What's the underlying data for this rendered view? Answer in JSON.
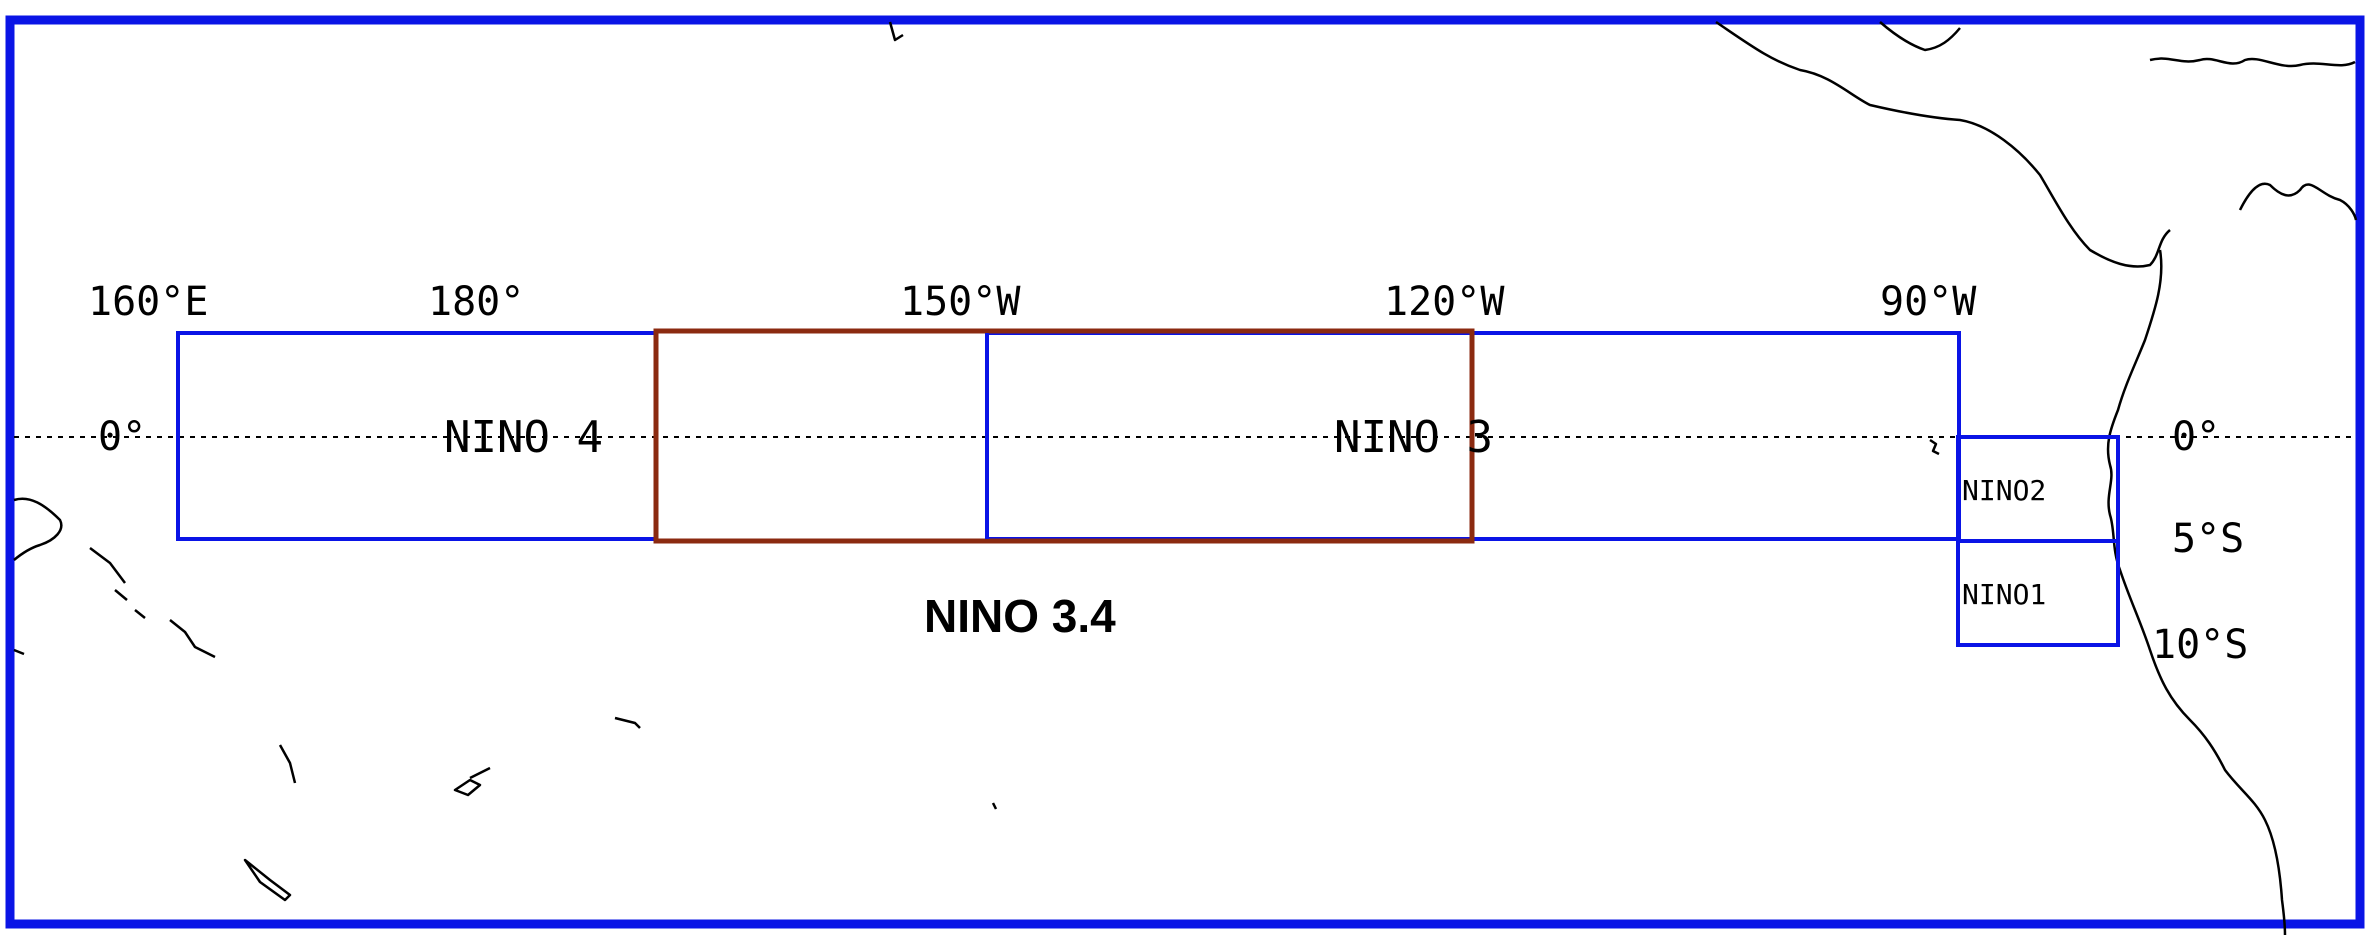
{
  "colors": {
    "frame": "#0a14e6",
    "nino_box": "#0a14e6",
    "nino34_box": "#8b2a10",
    "coast": "#000000",
    "text": "#000000"
  },
  "longitude_labels": {
    "lon_160e": "160°E",
    "lon_180": "180°",
    "lon_150w": "150°W",
    "lon_120w": "120°W",
    "lon_90w": "90°W"
  },
  "latitude_labels": {
    "lat_0_left": "0°",
    "lat_0_right": "0°",
    "lat_5s": "5°S",
    "lat_10s": "10°S"
  },
  "regions": {
    "nino4": "NINO 4",
    "nino3": "NINO 3",
    "nino34": "NINO 3.4",
    "nino2": "NINO2",
    "nino1": "NINO1"
  }
}
